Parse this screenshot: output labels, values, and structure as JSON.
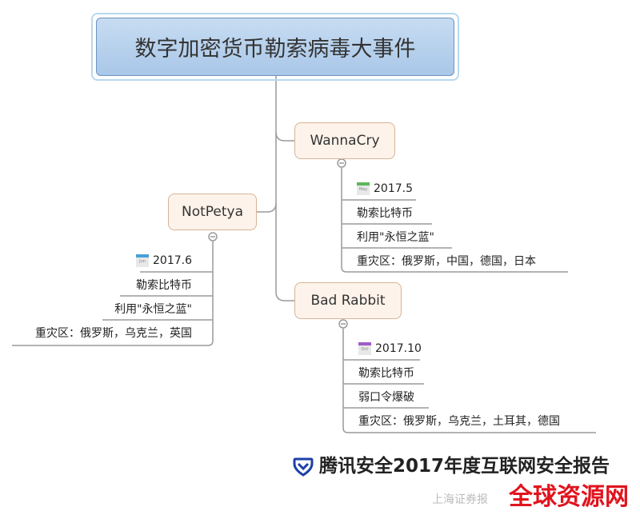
{
  "root": {
    "title": "数字加密货币勒索病毒大事件"
  },
  "topics": [
    {
      "name": "WannaCry",
      "date_icon": "May",
      "date": "2017.5",
      "items": [
        "勒索比特币",
        "利用\"永恒之蓝\"",
        "重灾区：俄罗斯，中国，德国，日本"
      ]
    },
    {
      "name": "NotPetya",
      "date_icon": "Jun",
      "date": "2017.6",
      "items": [
        "勒索比特币",
        "利用\"永恒之蓝\"",
        "重灾区：俄罗斯，乌克兰，英国"
      ]
    },
    {
      "name": "Bad Rabbit",
      "date_icon": "Oct",
      "date": "2017.10",
      "items": [
        "勒索比特币",
        "弱口令爆破",
        "重灾区：俄罗斯，乌克兰，土耳其，德国"
      ]
    }
  ],
  "footer": {
    "title": "腾讯安全2017年度互联网安全报告",
    "watermark": "上海证券报",
    "site_watermark": "全球资源网"
  },
  "colors": {
    "may": "#5cb85c",
    "jun": "#4a9fd8",
    "oct": "#a05cc8",
    "root_fill": "#b5d0ee",
    "topic_fill": "#fdf3ea"
  }
}
